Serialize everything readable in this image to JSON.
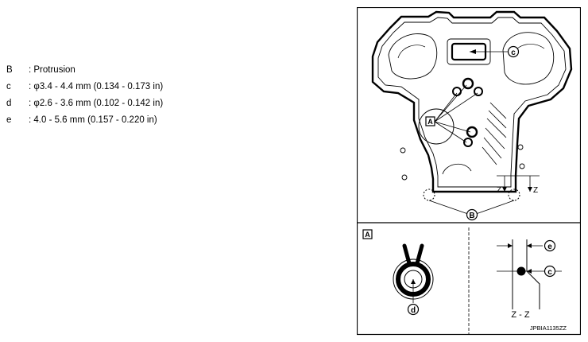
{
  "legend": [
    {
      "key": "B",
      "text": ": Protrusion"
    },
    {
      "key": "c",
      "text": ": φ3.4 - 4.4 mm (0.134 - 0.173 in)"
    },
    {
      "key": "d",
      "text": ": φ2.6 - 3.6 mm (0.102 - 0.142 in)"
    },
    {
      "key": "e",
      "text": ": 4.0 - 5.6 mm (0.157 - 0.220 in)"
    }
  ],
  "figure": {
    "callout_c_main": "c",
    "callout_A_main": "A",
    "callout_B": "B",
    "section_marker_left": "Z",
    "section_marker_right": "Z",
    "detail_A_label": "A",
    "callout_d": "d",
    "callout_e": "e",
    "callout_c_section": "c",
    "section_label": "Z - Z",
    "figure_code": "JPBIA1135ZZ"
  }
}
